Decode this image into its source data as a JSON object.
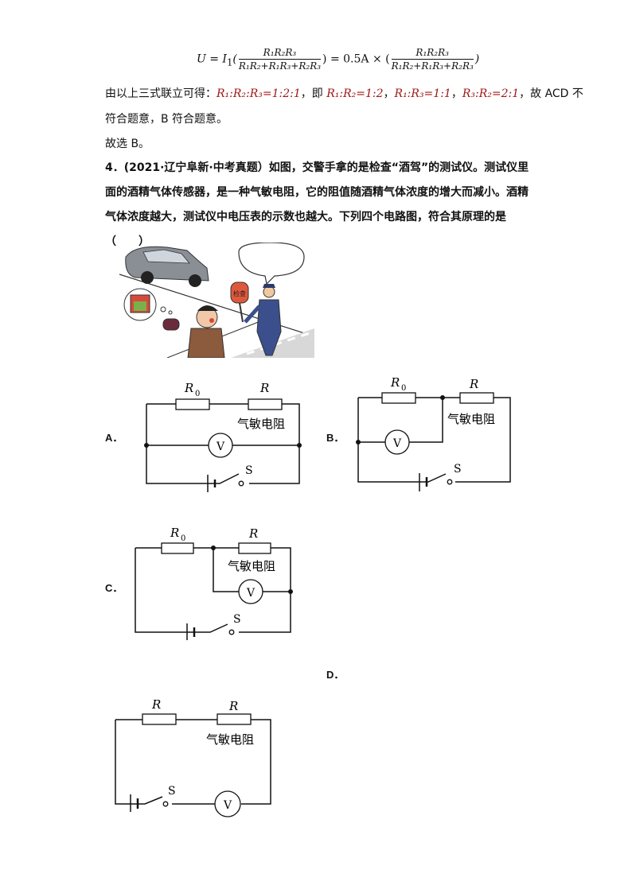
{
  "formula": {
    "lhs": "U = I",
    "lhs_sub": "1",
    "frac1_num": "R₁R₂R₃",
    "frac1_den": "R₁R₂+R₁R₃+R₂R₃",
    "middle": ") = 0.5A × (",
    "frac2_num": "R₁R₂R₃",
    "frac2_den": "R₁R₂+R₁R₃+R₂R₃"
  },
  "conclusion": {
    "prefix": "由以上三式联立可得：",
    "ratio1": "R₁:R₂:R₃=1:2:1",
    "mid1": "，即 ",
    "ratio2": "R₁:R₂=1:2",
    "sep1": "，",
    "ratio3": "R₁:R₃=1:1",
    "sep2": "，",
    "ratio4": "R₃:R₂=2:1",
    "suffix": "，故 ACD 不",
    "line2": "符合题意，B 符合题意。",
    "line3": "故选 B。"
  },
  "question": {
    "text": "4．(2021·辽宁阜新·中考真题）如图，交警手拿的是检查“酒驾”的测试仪。测试仪里面的酒精气体传感器，是一种气敏电阻，它的阻值随酒精气体浓度的增大而减小。酒精气体浓度越大，测试仪中电压表的示数也越大。下列四个电路图，符合其原理的是（　　）"
  },
  "illustration": {
    "sign_text": "检查"
  },
  "options": {
    "a": "A．",
    "b": "B．",
    "c": "C．",
    "d": "D．"
  },
  "circuit_labels": {
    "r0": "R",
    "r0_sub": "0",
    "r": "R",
    "sensor": "气敏电阻",
    "voltmeter": "V",
    "switch": "S"
  }
}
